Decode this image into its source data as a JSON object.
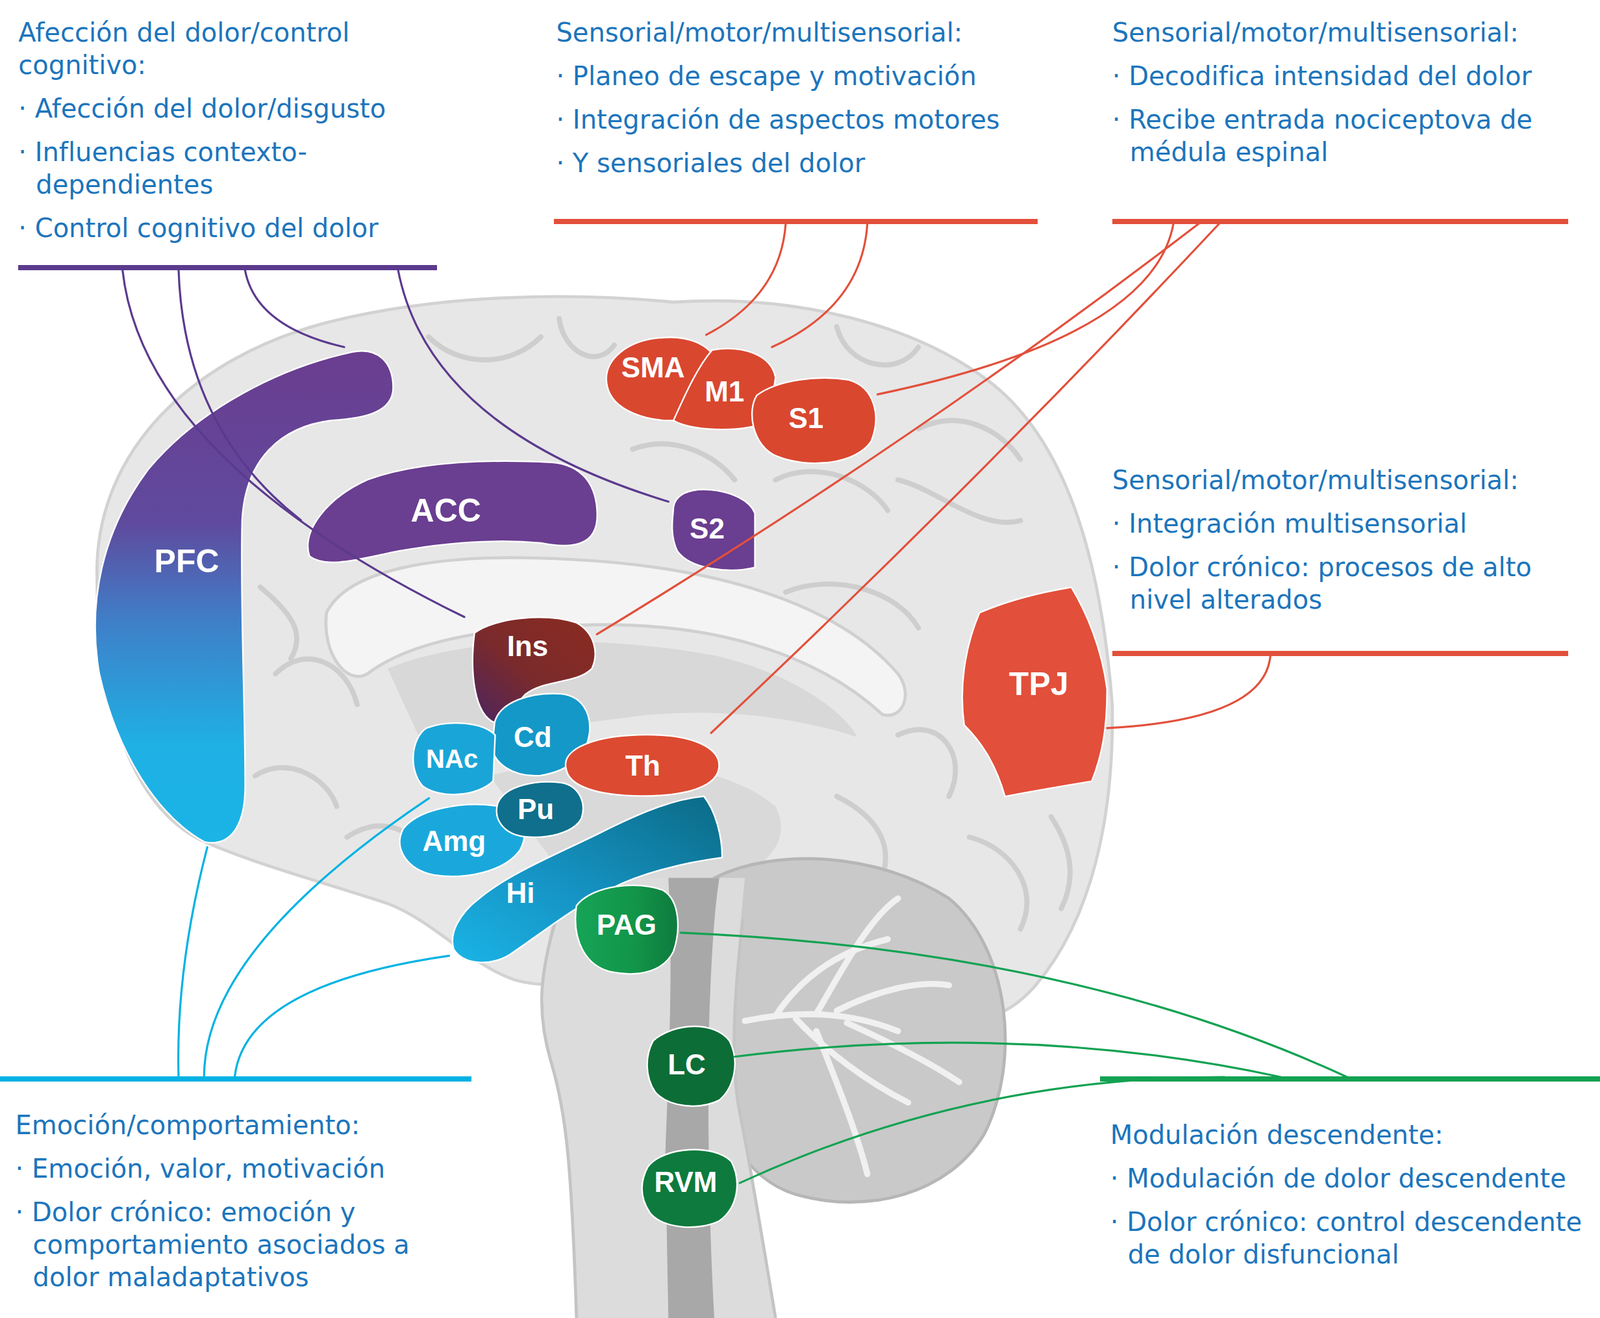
{
  "diagram": {
    "nodes": [
      {
        "text": [
          "Afección del dolor/control cognitivo:",
          "· Afección del dolor/disgusto",
          "· Influencias contexto-dependientes",
          "· Control cognitivo del dolor"
        ]
      },
      {
        "text": [
          "Sensorial/motor/multisensorial:",
          "· Planeo de escape y motivación",
          "· Integración de aspectos motores",
          "· Y sensoriales del dolor"
        ]
      },
      {
        "text": [
          "Sensorial/motor/multisensorial:",
          "· Decodifica intensidad del dolor",
          "· Recibe entrada nociceptova de médula espinal"
        ]
      },
      {
        "text": [
          "SMA"
        ]
      },
      {
        "text": [
          "M1"
        ]
      },
      {
        "text": [
          "S1"
        ]
      },
      {
        "text": [
          "PFC"
        ]
      },
      {
        "text": [
          "ACC"
        ]
      },
      {
        "text": [
          "S2"
        ]
      },
      {
        "text": [
          "Sensorial/motor/multisensorial:",
          "· Integración multisensorial",
          "· Dolor crónico: procesos de alto nivel alterados"
        ]
      },
      {
        "text": [
          "Ins"
        ]
      },
      {
        "text": [
          "TPJ"
        ]
      },
      {
        "text": [
          "NAc"
        ]
      },
      {
        "text": [
          "Cd"
        ]
      },
      {
        "text": [
          "Th"
        ]
      },
      {
        "text": [
          "Pu"
        ]
      },
      {
        "text": [
          "Amg"
        ]
      },
      {
        "text": [
          "Hi"
        ]
      },
      {
        "text": [
          "PAG"
        ]
      },
      {
        "text": [
          "LC"
        ]
      },
      {
        "text": [
          "RVM"
        ]
      },
      {
        "text": [
          "Emoción/comportamiento:",
          "· Emoción, valor, motivación",
          "· Dolor crónico: emoción y comportamiento asociados a dolor maladaptativos"
        ]
      },
      {
        "text": [
          "Modulación descendente:",
          "· Modulación de dolor descendente",
          "· Dolor crónico: control descendente de dolor disfuncional"
        ]
      }
    ],
    "edges": [
      {
        "from": 0,
        "to": 6,
        "arrow": "none"
      },
      {
        "from": 0,
        "to": 7,
        "arrow": "none"
      },
      {
        "from": 0,
        "to": 10,
        "arrow": "none"
      },
      {
        "from": 0,
        "to": 8,
        "arrow": "none"
      },
      {
        "from": 1,
        "to": 3,
        "arrow": "none"
      },
      {
        "from": 1,
        "to": 4,
        "arrow": "none"
      },
      {
        "from": 2,
        "to": 5,
        "arrow": "none"
      },
      {
        "from": 2,
        "to": 10,
        "arrow": "none"
      },
      {
        "from": 2,
        "to": 14,
        "arrow": "none"
      },
      {
        "from": 9,
        "to": 11,
        "arrow": "none"
      },
      {
        "from": 21,
        "to": 6,
        "arrow": "none"
      },
      {
        "from": 21,
        "to": 12,
        "arrow": "none"
      },
      {
        "from": 21,
        "to": 17,
        "arrow": "none"
      },
      {
        "from": 22,
        "to": 18,
        "arrow": "none"
      },
      {
        "from": 22,
        "to": 19,
        "arrow": "none"
      },
      {
        "from": 22,
        "to": 20,
        "arrow": "none"
      }
    ]
  }
}
